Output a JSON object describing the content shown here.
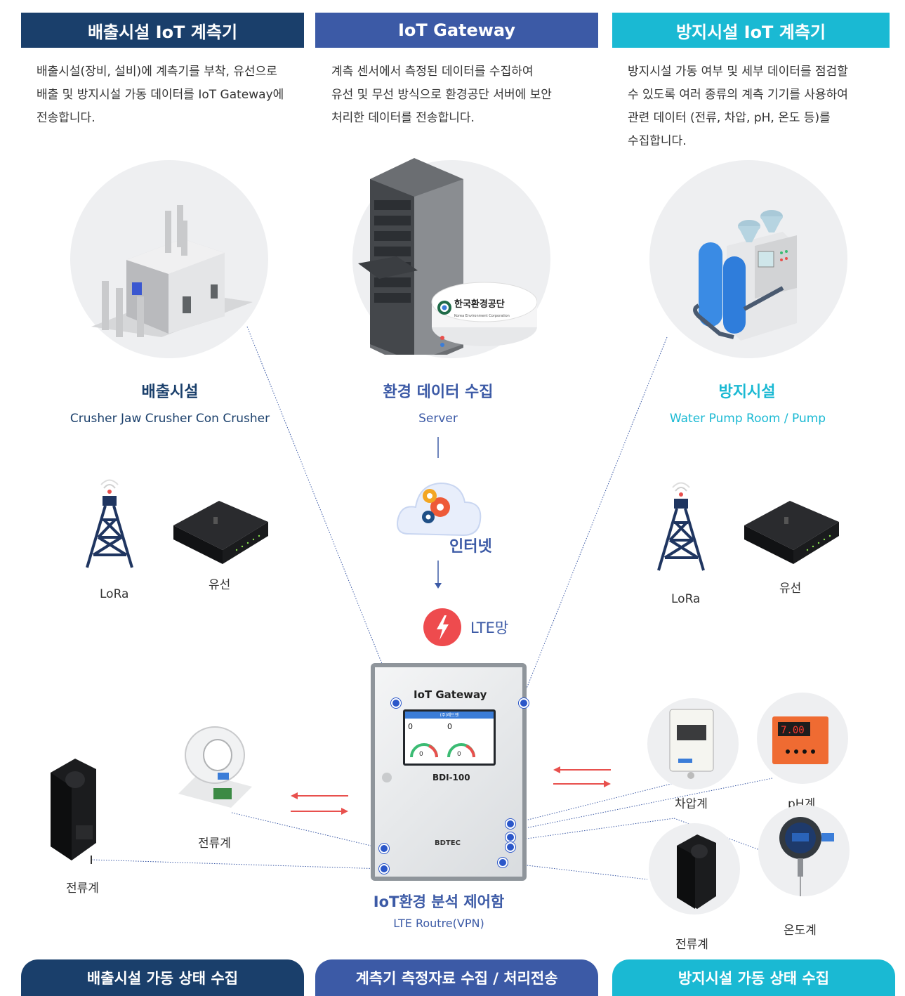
{
  "headers": {
    "left": "배출시설 IoT 계측기",
    "mid": "IoT Gateway",
    "right": "방지시설 IoT 계측기"
  },
  "descriptions": {
    "left": [
      "배출시설(장비, 설비)에 계측기를 부착, 유선으로",
      "배출 및 방지시설 가동 데이터를 IoT Gateway에",
      "전송합니다."
    ],
    "mid": [
      "계측 센서에서 측정된 데이터를 수집하여",
      "유선 및 무선 방식으로 환경공단 서버에 보안",
      "처리한 데이터를 전송합니다."
    ],
    "right": [
      "방지시설 가동 여부 및 세부 데이터를 점검할",
      "수 있도록 여러 종류의 계측 기기를 사용하여",
      "관련 데이터 (전류, 차압, pH, 온도 등)를",
      "수집합니다."
    ]
  },
  "sections": {
    "left": {
      "title": "배출시설",
      "subtitle": "Crusher Jaw Crusher Con Crusher"
    },
    "mid": {
      "title": "환경 데이터 수집",
      "subtitle": "Server"
    },
    "right": {
      "title": "방지시설",
      "subtitle": "Water Pump Room / Pump"
    }
  },
  "server_logo": {
    "name": "한국환경공단",
    "english": "Korea Environment Corporation"
  },
  "network": {
    "left_tower": "LoRa",
    "left_router": "유선",
    "right_tower": "LoRa",
    "right_router": "유선",
    "internet": "인터넷",
    "lte": "LTE망"
  },
  "gateway": {
    "label": "IoT Gateway",
    "model": "BDI-100",
    "screen_title": "(주)레드엔",
    "screen_values": [
      "0",
      "0",
      "0",
      "0"
    ],
    "brand": "BDTEC",
    "title": "IoT환경 분석 제어함",
    "subtitle": "LTE Routre(VPN)"
  },
  "sensors": {
    "left_ct1": "전류계",
    "left_ct2": "전류계",
    "pressure": "차압계",
    "ph": "pH계",
    "current": "전류계",
    "temp": "온도계",
    "ph_display": "7.00"
  },
  "footers": {
    "left": "배출시설 가동 상태 수집",
    "mid": "계측기 측정자료 수집 /  처리전송",
    "right": "방지시설 가동 상태 수집"
  },
  "colors": {
    "navy": "#1a3f6b",
    "blue": "#3c5aa6",
    "cyan": "#1ab9d3",
    "lte_red": "#ee4b4e",
    "arrow_red": "#e8504d"
  }
}
